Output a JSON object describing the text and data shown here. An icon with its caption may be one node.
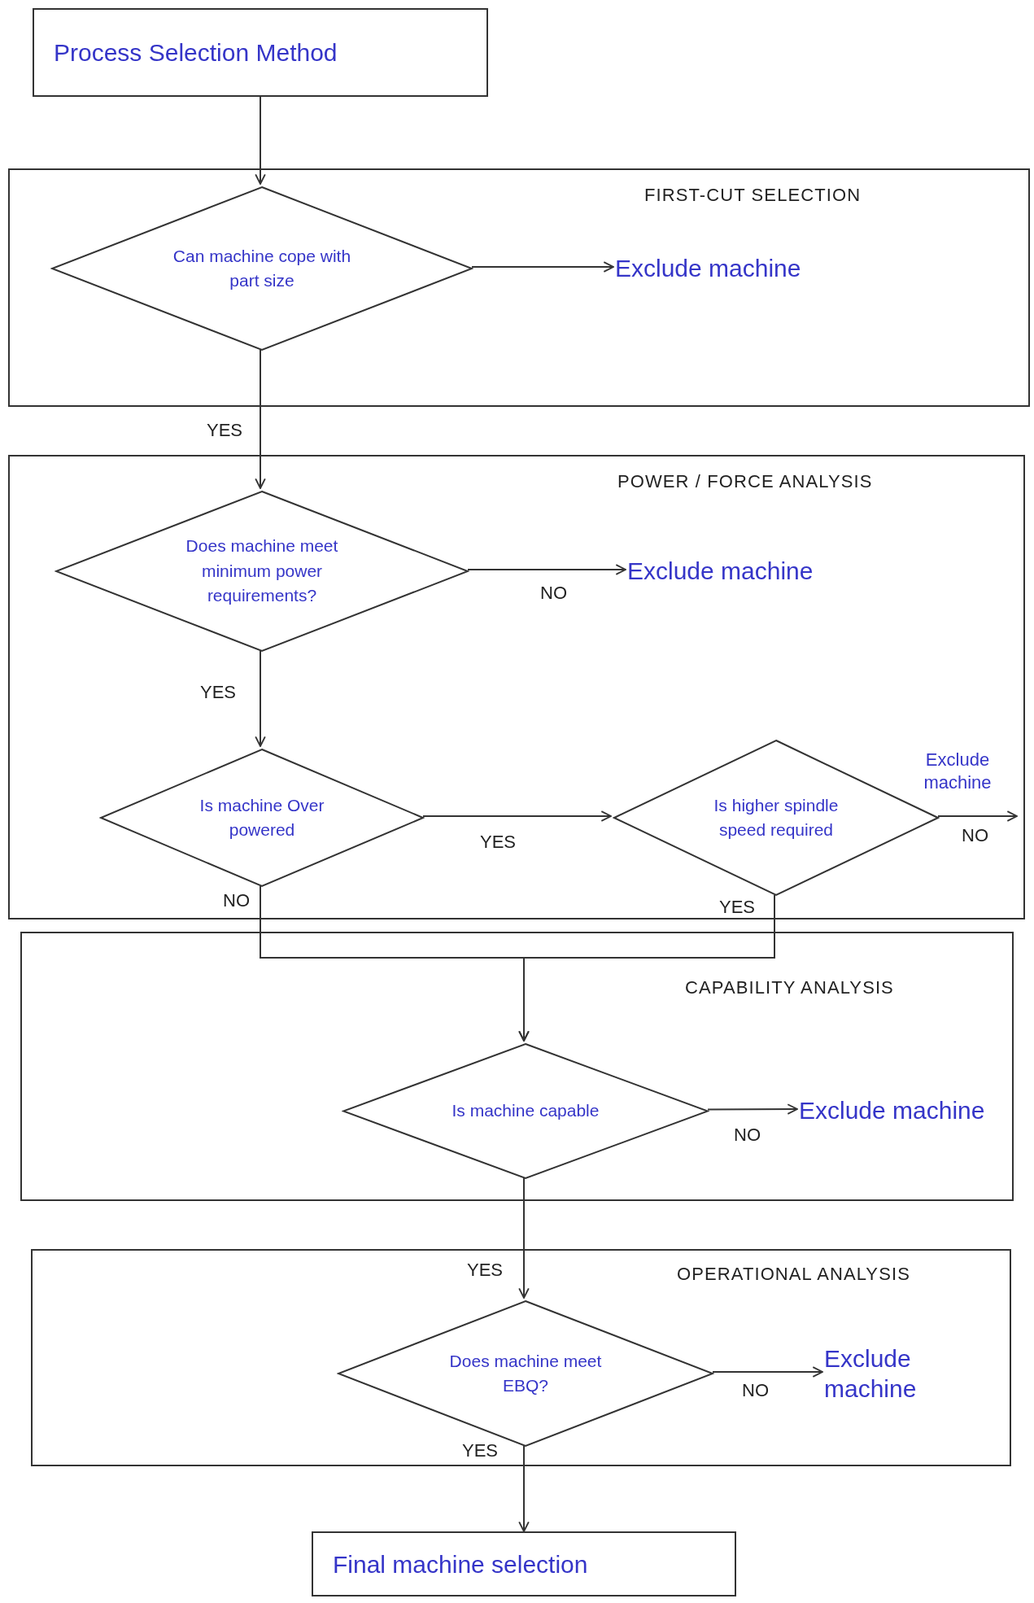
{
  "diagram": {
    "nodes": [
      {
        "text": [
          "Process Selection Method"
        ]
      },
      {
        "text": [
          "FIRST-CUT SELECTION"
        ]
      },
      {
        "text": [
          "Can machine cope with part size"
        ],
        "in": 1
      },
      {
        "text": [
          "Exclude machine"
        ],
        "in": 1
      },
      {
        "text": [
          "POWER / FORCE ANALYSIS"
        ]
      },
      {
        "text": [
          "Does machine meet minimum power requirements?"
        ],
        "in": 4
      },
      {
        "text": [
          "Exclude machine"
        ],
        "in": 4
      },
      {
        "text": [
          "Is machine Over powered"
        ],
        "in": 4
      },
      {
        "text": [
          "Is higher spindle speed required"
        ],
        "in": 4
      },
      {
        "text": [
          "Exclude machine"
        ],
        "in": 4
      },
      {
        "text": [
          "CAPABILITY ANALYSIS"
        ]
      },
      {
        "text": [
          "Is machine capable"
        ],
        "in": 10
      },
      {
        "text": [
          "Exclude machine"
        ],
        "in": 10
      },
      {
        "text": [
          "OPERATIONAL ANALYSIS"
        ]
      },
      {
        "text": [
          "Does machine meet EBQ?"
        ],
        "in": 13
      },
      {
        "text": [
          "Exclude machine"
        ],
        "in": 13
      },
      {
        "text": [
          "Final machine selection"
        ]
      }
    ],
    "edges": [
      {
        "from": 0,
        "to": 2,
        "arrow": "to"
      },
      {
        "from": 2,
        "to": 3,
        "arrow": "to"
      },
      {
        "from": 2,
        "to": 5,
        "arrow": "to",
        "label": "YES"
      },
      {
        "from": 5,
        "to": 6,
        "arrow": "to",
        "label": "NO"
      },
      {
        "from": 5,
        "to": 7,
        "arrow": "to",
        "label": "YES"
      },
      {
        "from": 7,
        "to": 8,
        "arrow": "to",
        "label": "YES"
      },
      {
        "from": 8,
        "to": 9,
        "arrow": "to",
        "label": "NO"
      },
      {
        "from": 7,
        "to": 11,
        "arrow": "to",
        "label": "NO"
      },
      {
        "from": 8,
        "to": 11,
        "arrow": "to",
        "label": "YES"
      },
      {
        "from": 11,
        "to": 12,
        "arrow": "to",
        "label": "NO"
      },
      {
        "from": 11,
        "to": 14,
        "arrow": "to",
        "label": "YES"
      },
      {
        "from": 14,
        "to": 15,
        "arrow": "to",
        "label": "NO"
      },
      {
        "from": 14,
        "to": 16,
        "arrow": "to",
        "label": "YES"
      }
    ]
  }
}
